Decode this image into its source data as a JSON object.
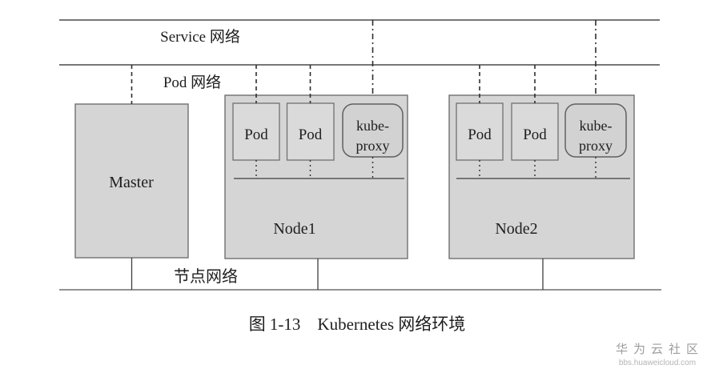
{
  "diagram": {
    "service_network_label": "Service 网络",
    "pod_network_label": "Pod 网络",
    "node_network_label": "节点网络",
    "master_label": "Master",
    "pod_label": "Pod",
    "kube_proxy_line1": "kube-",
    "kube_proxy_line2": "proxy",
    "node1_label": "Node1",
    "node2_label": "Node2"
  },
  "caption": "图 1-13　Kubernetes 网络环境",
  "watermark": {
    "title": "华为云社区",
    "subtitle": "bbs.huaweicloud.com"
  },
  "colors": {
    "box_fill": "#d5d5d5",
    "pod_fill": "#dadada",
    "kube_proxy_fill": "#d2d2d2",
    "box_border": "#707070",
    "network_line": "#4a4a4a",
    "node_network_line": "#6e6e6e",
    "text": "#1e1e1e",
    "watermark_text": "#9c9c9c"
  }
}
